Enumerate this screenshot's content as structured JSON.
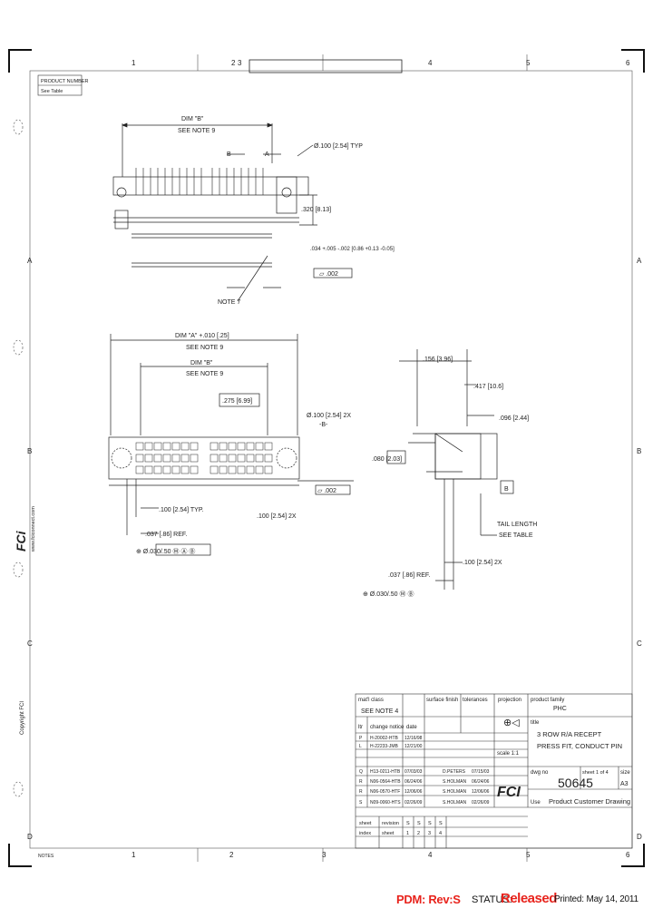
{
  "border": {
    "top_zones": [
      "1",
      "2",
      "3",
      "4",
      "5",
      "6"
    ],
    "bottom_zones": [
      "1",
      "2",
      "3",
      "4",
      "5",
      "6"
    ],
    "side_zones": [
      "A",
      "B",
      "C",
      "D"
    ]
  },
  "product_number": {
    "label": "PRODUCT NUMBER",
    "value": "See Table"
  },
  "views": {
    "top": {
      "dim_label": "DIM \"B\"",
      "see_note": "SEE NOTE 9",
      "pitch_callout": "Ø.100 [2.54] TYP",
      "dim_1": ".320 [8.13]",
      "dim_2": ".034 +.005 -.002 [0.86 +0.13 -0.05]",
      "flatness": "▱ .002",
      "note_ref": "NOTE 7",
      "section_b": "B",
      "section_a": "A"
    },
    "front": {
      "dim_outer": "DIM \"A\" +.010 [.25]",
      "see_note_outer": "SEE NOTE 9",
      "dim_inner": "DIM \"B\"",
      "see_note_inner": "SEE NOTE 9",
      "dim_275": ".275 [6.99]",
      "pitch_callout": "Ø.100 [2.54] 2X",
      "ref_b": "-B-",
      "flatness": "▱ .002",
      "typ_dim": ".100 [2.54] TYP.",
      "ref_dim": ".037 [.86] REF.",
      "tol": "⊕ Ø.030/.50 Ⓜ Ⓐ Ⓑ",
      "two_x": ".100 [2.54] 2X"
    },
    "side": {
      "dim_1": ".156 [3.96]",
      "dim_2": ".417 [10.6]",
      "dim_3": ".096 [2.44]",
      "dim_4": ".080 [2.03]",
      "ref_b": "B",
      "tail_length": "TAIL LENGTH",
      "see_table": "SEE TABLE",
      "dim_5": ".100 [2.54] 2X",
      "ref": ".037 [.86] REF.",
      "tol": "⊕ Ø.030/.50 Ⓜ Ⓑ"
    }
  },
  "title_block": {
    "mat_label": "mat'l class",
    "see_note_4": "SEE NOTE 4",
    "surface_label": "surface finish",
    "tolerances_label": "tolerances",
    "projection_label": "projection",
    "product_family_label": "product family",
    "product_family": "PHC",
    "title_label": "title",
    "title_line_1": "3 ROW R/A RECEPT",
    "title_line_2": "PRESS FIT, CONDUCT PIN",
    "scale_label": "scale 1:1",
    "dwg_no_label": "dwg no",
    "sheet_label": "sheet 1 of 4",
    "size_label": "size",
    "dwg_no": "50645",
    "size": "A3",
    "use_label": "Use",
    "use_value": "Product Customer Drawing",
    "company": "FCI",
    "rev_header": "ltr",
    "change_header": "change notice",
    "date_header": "date",
    "revisions": [
      {
        "ltr": "P",
        "ecn": "H-20002-HTB",
        "date": "12/16/98",
        "by": "",
        "date2": ""
      },
      {
        "ltr": "L",
        "ecn": "H-22233-JMB",
        "date": "12/21/00",
        "by": "",
        "date2": ""
      },
      {
        "ltr": "Q",
        "ecn": "H13-0211-HTB",
        "date": "07/03/03",
        "by": "D.PETERS",
        "date2": "07/15/03"
      },
      {
        "ltr": "R",
        "ecn": "N06-0564-HTB",
        "date": "06/24/06",
        "by": "S.HOLMAN",
        "date2": "06/24/06"
      },
      {
        "ltr": "R",
        "ecn": "N06-0570-HTF",
        "date": "12/06/06",
        "by": "S.HOLMAN",
        "date2": "12/06/06"
      },
      {
        "ltr": "S",
        "ecn": "N09-0060-HTS",
        "date": "02/26/09",
        "by": "S.HOLMAN",
        "date2": "02/26/09"
      }
    ],
    "sheet_row": [
      "sheet",
      "revision",
      "S",
      "S",
      "S",
      "S"
    ],
    "index_row": [
      "index",
      "sheet",
      "1",
      "2",
      "3",
      "4"
    ]
  },
  "side_logo": {
    "brand": "FCi",
    "url": "www.fciconnect.com",
    "copyright": "Copyright FCI"
  },
  "footer": {
    "corner_mark": "NOTES",
    "pdm": "PDM: Rev:S",
    "status_label": "STATUS:",
    "status_value": "Released",
    "printed": "Printed: May 14, 2011"
  }
}
